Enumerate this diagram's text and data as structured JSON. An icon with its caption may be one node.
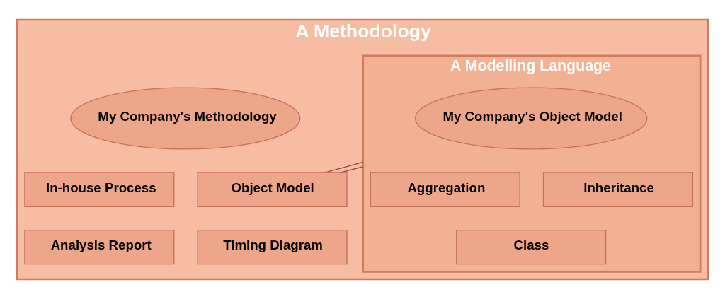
{
  "diagram": {
    "nodes": [
      {
        "text": [
          "A Methodology"
        ]
      },
      {
        "text": [
          "My Company's Methodology"
        ],
        "in": 0
      },
      {
        "text": [
          "In-house Process"
        ],
        "in": 0
      },
      {
        "text": [
          "Object Model"
        ],
        "in": 0
      },
      {
        "text": [
          "Analysis Report"
        ],
        "in": 0
      },
      {
        "text": [
          "Timing Diagram"
        ],
        "in": 0
      },
      {
        "text": [
          "A Modelling Language"
        ],
        "in": 0
      },
      {
        "text": [
          "My Company's Object Model"
        ],
        "in": 6
      },
      {
        "text": [
          "Aggregation"
        ],
        "in": 6
      },
      {
        "text": [
          "Inheritance"
        ],
        "in": 6
      },
      {
        "text": [
          "Class"
        ],
        "in": 6
      }
    ],
    "edges": [
      {
        "from": 3,
        "to": 6,
        "arrow": "none"
      },
      {
        "from": 3,
        "to": 6,
        "arrow": "none"
      }
    ]
  }
}
